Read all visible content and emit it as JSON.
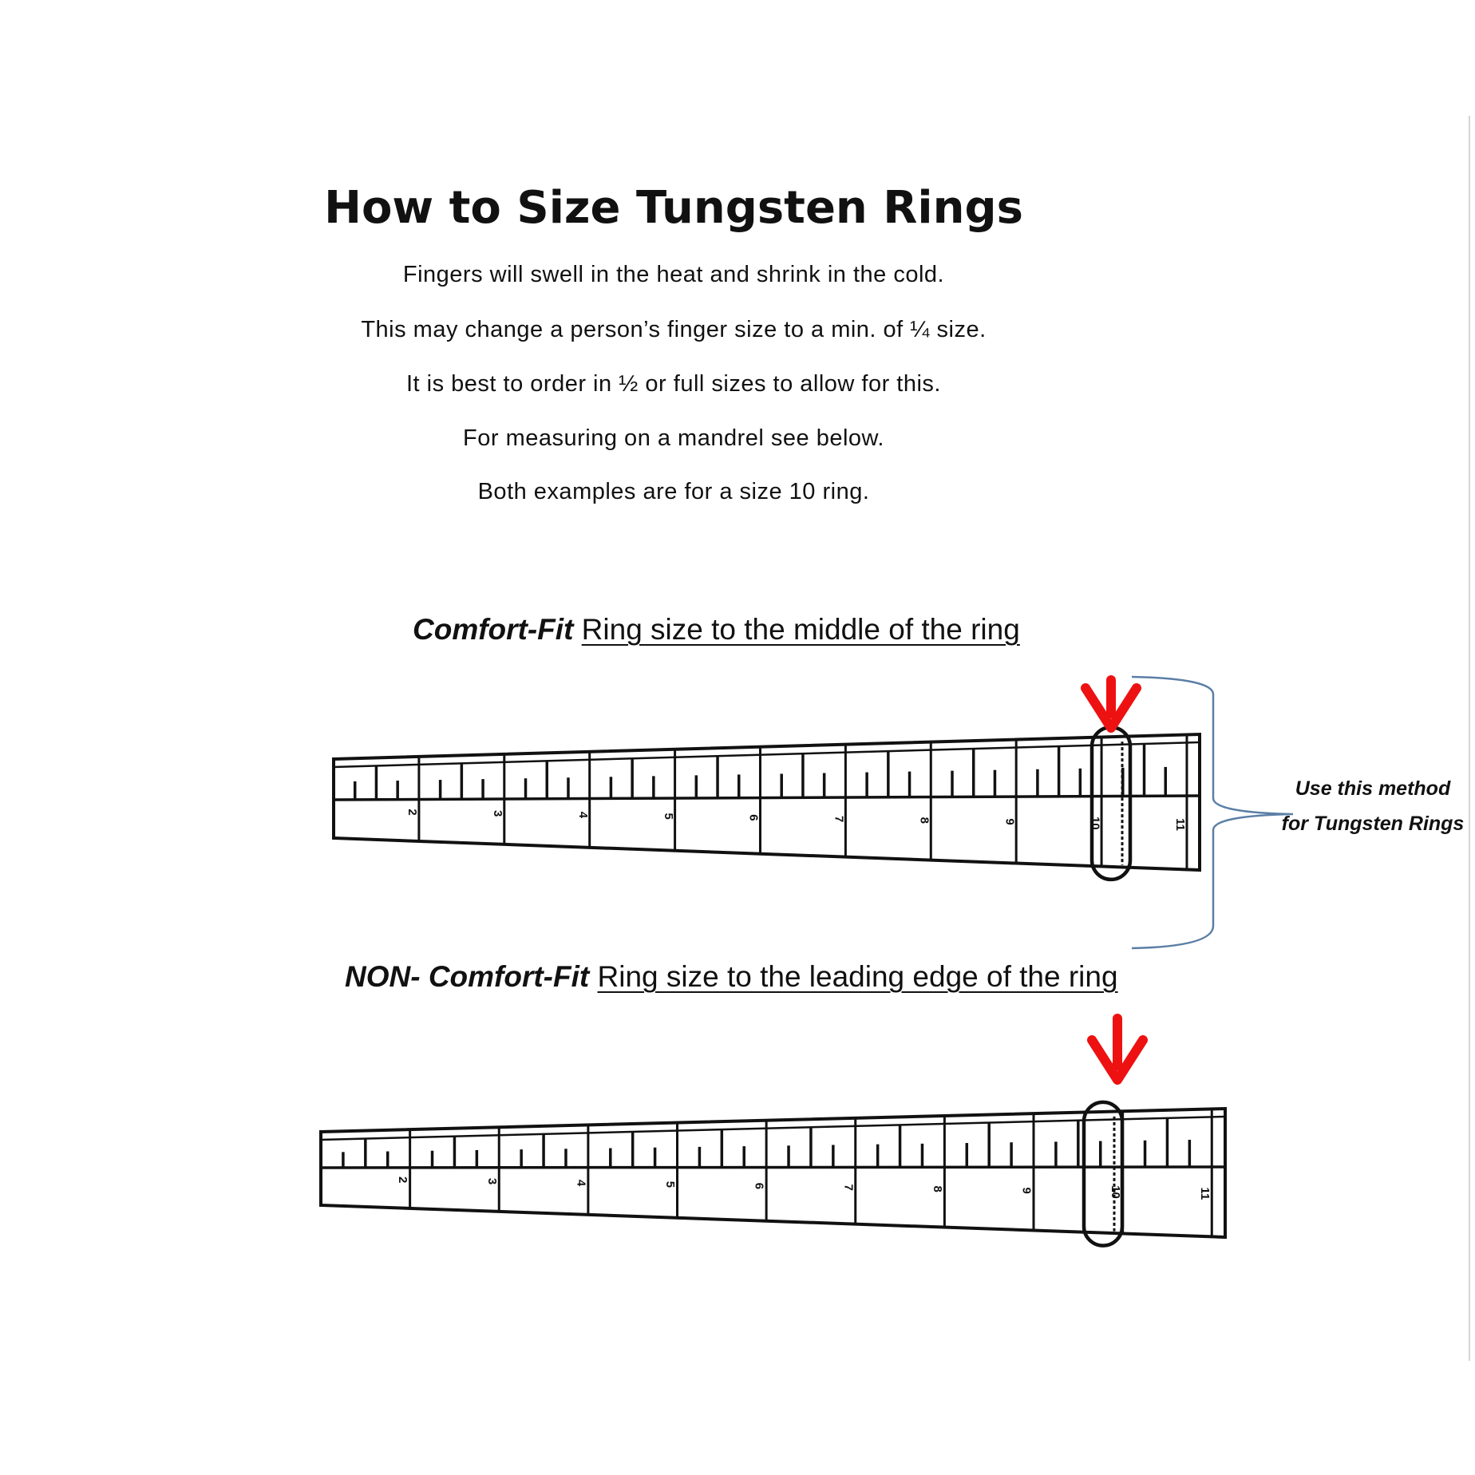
{
  "title": "How to Size Tungsten Rings",
  "intro": [
    "Fingers will swell in the heat and shrink in the cold.",
    "This may change a person’s finger size to a min. of ¼ size.",
    "It is best to order in ½ or full sizes to allow for this.",
    "For measuring on a mandrel see below.",
    "Both examples are for a size 10 ring."
  ],
  "comfort": {
    "label": "Comfort-Fit",
    "text": "Ring size to the middle of the ring"
  },
  "noncomfort": {
    "label": "NON- Comfort-Fit",
    "text": "Ring size to the leading edge of the ring"
  },
  "note": {
    "line1": "Use this method",
    "line2": "for Tungsten Rings"
  },
  "mandrel_sizes": [
    "2",
    "3",
    "4",
    "5",
    "6",
    "7",
    "8",
    "9",
    "10",
    "11"
  ],
  "colors": {
    "arrow": "#ee1111",
    "brace": "#5b7fa6",
    "ink": "#111111"
  },
  "ring_size": 10
}
